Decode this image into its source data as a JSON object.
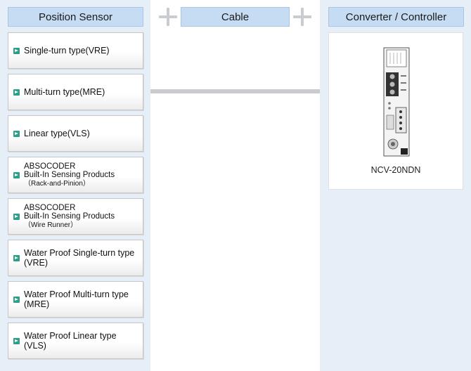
{
  "position_sensor": {
    "header": "Position Sensor",
    "items": [
      {
        "line1": "Single-turn type(VRE)"
      },
      {
        "line1": "Multi-turn type(MRE)"
      },
      {
        "line1": "Linear type(VLS)"
      },
      {
        "line1": "ABSOCODER",
        "line2": "Built-In Sensing Products",
        "line3": "（Rack-and-Pinion）"
      },
      {
        "line1": "ABSOCODER",
        "line2": "Built-In Sensing Products",
        "line3": "（Wire Runner）"
      },
      {
        "line1": "Water Proof Single-turn type",
        "line2": "(VRE)"
      },
      {
        "line1": "Water Proof Multi-turn type",
        "line2": "(MRE)"
      },
      {
        "line1": "Water Proof Linear type",
        "line2": "(VLS)"
      }
    ]
  },
  "cable": {
    "header": "Cable"
  },
  "converter": {
    "header": "Converter / Controller",
    "product": {
      "name": "NCV-20NDN",
      "image_icon": "converter-module-image"
    }
  },
  "colors": {
    "column_bg": "#e6eef7",
    "header_bg": "#c5dcf3",
    "arrow": "#2f9e86",
    "plus": "#c9ccd0"
  }
}
